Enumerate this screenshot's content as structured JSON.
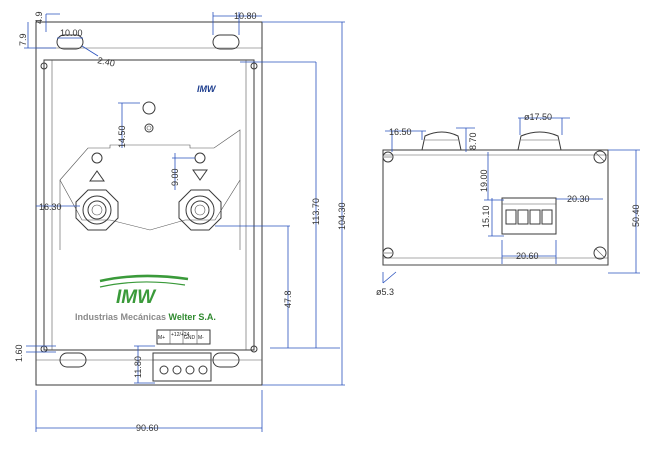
{
  "front_view": {
    "dimensions": {
      "d_4_9": "4.9",
      "d_7_9": "7.9",
      "d_10_00": "10.00",
      "d_2_40": "2.40",
      "d_10_80": "10.80",
      "d_14_50": "14.50",
      "d_9_00": "9.00",
      "d_16_30": "16.30",
      "d_113_70": "113.70",
      "d_104_30": "104.30",
      "d_47_8": "47.8",
      "d_1_60": "1.60",
      "d_11_80": "11.80",
      "d_90_60": "90.60"
    },
    "logo_small": "IMW",
    "logo_large": "IMW",
    "company_name_prefix": "Industrias Mecánicas ",
    "company_name_highlight": "Welter S.A.",
    "terminals": [
      "M+",
      "+12/+24",
      "GND",
      "M-"
    ]
  },
  "side_view": {
    "dimensions": {
      "d_16_50": "16.50",
      "d_17_50": "ø17.50",
      "d_8_70": "8.70",
      "d_19_00": "19.00",
      "d_20_30": "20.30",
      "d_15_10": "15.10",
      "d_50_40": "50.40",
      "d_20_60": "20.60",
      "d_5_3": "ø5.3"
    }
  },
  "colors": {
    "dimension_line": "#2a52be",
    "outline": "#3a3a3a",
    "logo_green": "#3a9a3a",
    "logo_blue": "#1f3f8f"
  }
}
